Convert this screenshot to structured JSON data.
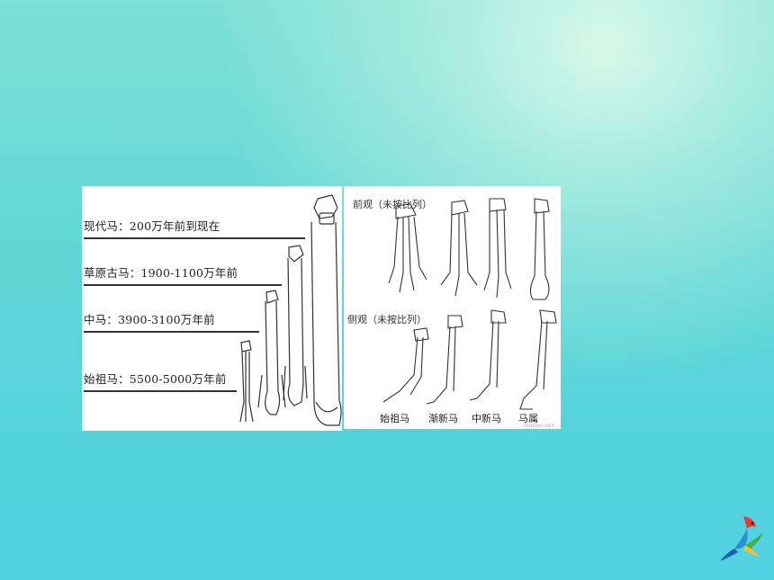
{
  "left_figure": {
    "eras": [
      {
        "label": "现代马：200万年前到现在"
      },
      {
        "label": "草原古马：1900-1100万年前"
      },
      {
        "label": "中马：3900-3100万年前"
      },
      {
        "label": "始祖马：5500-5000万年前"
      }
    ]
  },
  "right_figure": {
    "front_view_label": "前观（未按比列）",
    "side_view_label": "侧观（未按比列）",
    "captions": [
      "始祖马",
      "渐新马",
      "中新马",
      "马属"
    ],
    "watermark": "ZHIDAO.NET"
  },
  "decoration": {
    "logo_icon": "parrot-icon"
  }
}
